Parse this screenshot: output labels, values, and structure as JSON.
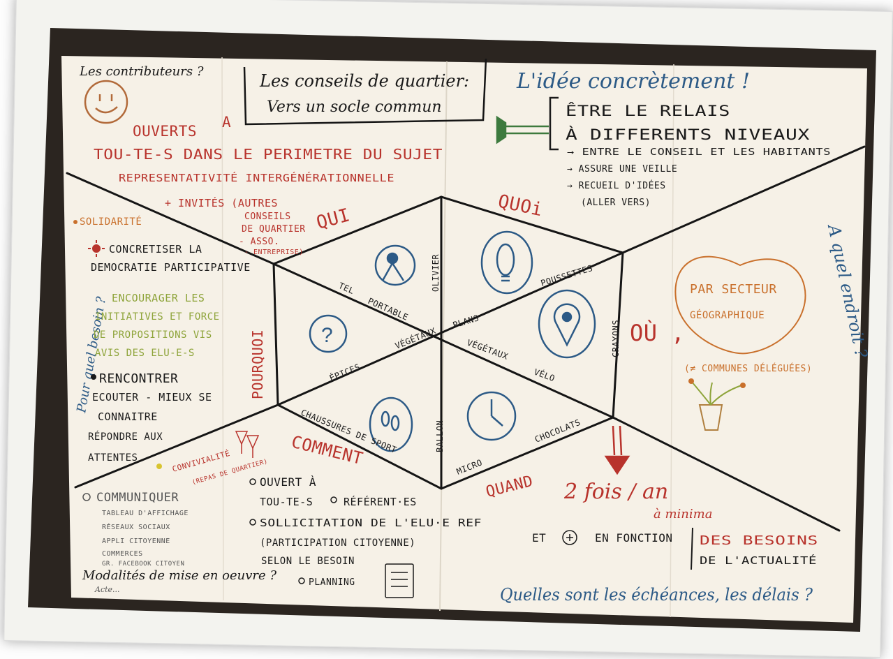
{
  "colors": {
    "paper": "#f6f1e7",
    "ink_black": "#1a1a1a",
    "ink_red": "#b8332c",
    "ink_blue": "#2c5a86",
    "ink_green": "#3d7a3e",
    "ink_brown": "#7a5232",
    "ink_orange": "#c9702c",
    "ink_yellow_green": "#8ea43a"
  },
  "title_box": {
    "line1": "Les conseils de quartier:",
    "line2": "Vers un socle commun"
  },
  "top_left": {
    "heading": "Les contributeurs ?",
    "line1": "OUVERTS",
    "line1b": "A",
    "line2": "TOU-TE-S DANS LE PERIMETRE DU SUJET",
    "line3": "REPRESENTATIVITÉ INTERGÉNÉRATIONNELLE",
    "line4": "+ INVITÉS (AUTRES",
    "line5": "CONSEILS",
    "line6": "DE QUARTIER",
    "line7": "- ASSO.",
    "line8": "- ENTREPRISE)"
  },
  "top_right": {
    "heading": "L'idée concrètement !",
    "line1": "ÊTRE LE RELAIS",
    "line2": "À DIFFERENTS NIVEAUX",
    "bullet1": "→ ENTRE LE CONSEIL ET LES HABITANTS",
    "bullet2": "→ ASSURE UNE VEILLE",
    "bullet3": "→ RECUEIL D'IDÉES",
    "bullet4": "(ALLER VERS)"
  },
  "left": {
    "side_label": "Pour quel besoin ?",
    "solidarite": "SOLIDARITÉ",
    "concretiser1": "CONCRETISER LA",
    "concretiser2": "DEMOCRATIE PARTICIPATIVE",
    "encourager1": "ENCOURAGER LES",
    "encourager2": "INITIATIVES ET FORCE",
    "encourager3": "DE PROPOSITIONS VIS",
    "encourager4": "AVIS DES ELU-E-S",
    "rencontrer": "RENCONTRER",
    "ecouter": "ECOUTER - MIEUX SE",
    "connaitre": "CONNAITRE",
    "repondre": "RÉPONDRE AUX",
    "attentes": "ATTENTES",
    "convivialite1": "CONVIVIALITÉ",
    "convivialite2": "(REPAS DE QUARTIER)"
  },
  "right": {
    "side_label": "A quel endroit ?",
    "secteur1": "PAR SECTEUR",
    "secteur2": "GÉOGRAPHIQUE",
    "communes": "(≠ COMMUNES DÉLÉGUÉES)"
  },
  "bottom_left": {
    "communiquer": "COMMUNIQUER",
    "item1": "TABLEAU D'AFFICHAGE",
    "item2": "RÉSEAUX SOCIAUX",
    "item3": "APPLI CITOYENNE",
    "item4": "COMMERCES",
    "item5": "GR. FACEBOOK CITOYEN",
    "modalites": "Modalités de mise en oeuvre ?",
    "planning": "PLANNING",
    "acte": "Acte...",
    "ouvert1": "OUVERT À",
    "ouvert2": "TOU-TE-S",
    "referent": "RÉFÉRENT·ES",
    "sollicitation": "SOLLICITATION DE L'ELU·E REF",
    "participation": "(PARTICIPATION CITOYENNE)",
    "besoin": "SELON LE BESOIN"
  },
  "bottom_right": {
    "fois": "2 fois / an",
    "minima": "à minima",
    "et": "ET",
    "fonction": "EN FONCTION",
    "besoins": "DES BESOINS",
    "actualite": "DE L'ACTUALITÉ",
    "question": "Quelles sont les échéances, les délais ?"
  },
  "section_labels": {
    "qui": "QUI",
    "quoi": "QUOi",
    "ou": "OÙ ,",
    "pourquoi": "POURQUOI",
    "comment": "COMMENT",
    "quand": "QUAND"
  },
  "hexagon_words": {
    "tel": "TEL",
    "portable": "PORTABLE",
    "olivier": "OLIVIER",
    "poussettes": "POUSSETTES",
    "crayons": "CRAYONS",
    "plans": "PLANS",
    "vegetaux_a": "VÉGÉTAUX",
    "vegetaux_b": "VÉGÉTAUX",
    "velo": "VÉLO",
    "epices": "ÉPICES",
    "chaussures": "CHAUSSURES DE SPORT",
    "ballon": "BALLON",
    "micro": "MICRO",
    "chocolats": "CHOCOLATS"
  },
  "icons": {
    "qui": "person-pin-icon",
    "quoi": "lightbulb-icon",
    "ou": "location-pin-icon",
    "pourquoi": "question-mark-icon",
    "comment": "footprints-icon",
    "quand": "clock-icon",
    "smiley": "smiley-icon",
    "megaphone": "megaphone-icon",
    "flowers": "flower-pot-icon",
    "glasses": "wine-glasses-icon",
    "checklist": "checklist-icon",
    "arrow": "down-arrow-icon"
  }
}
